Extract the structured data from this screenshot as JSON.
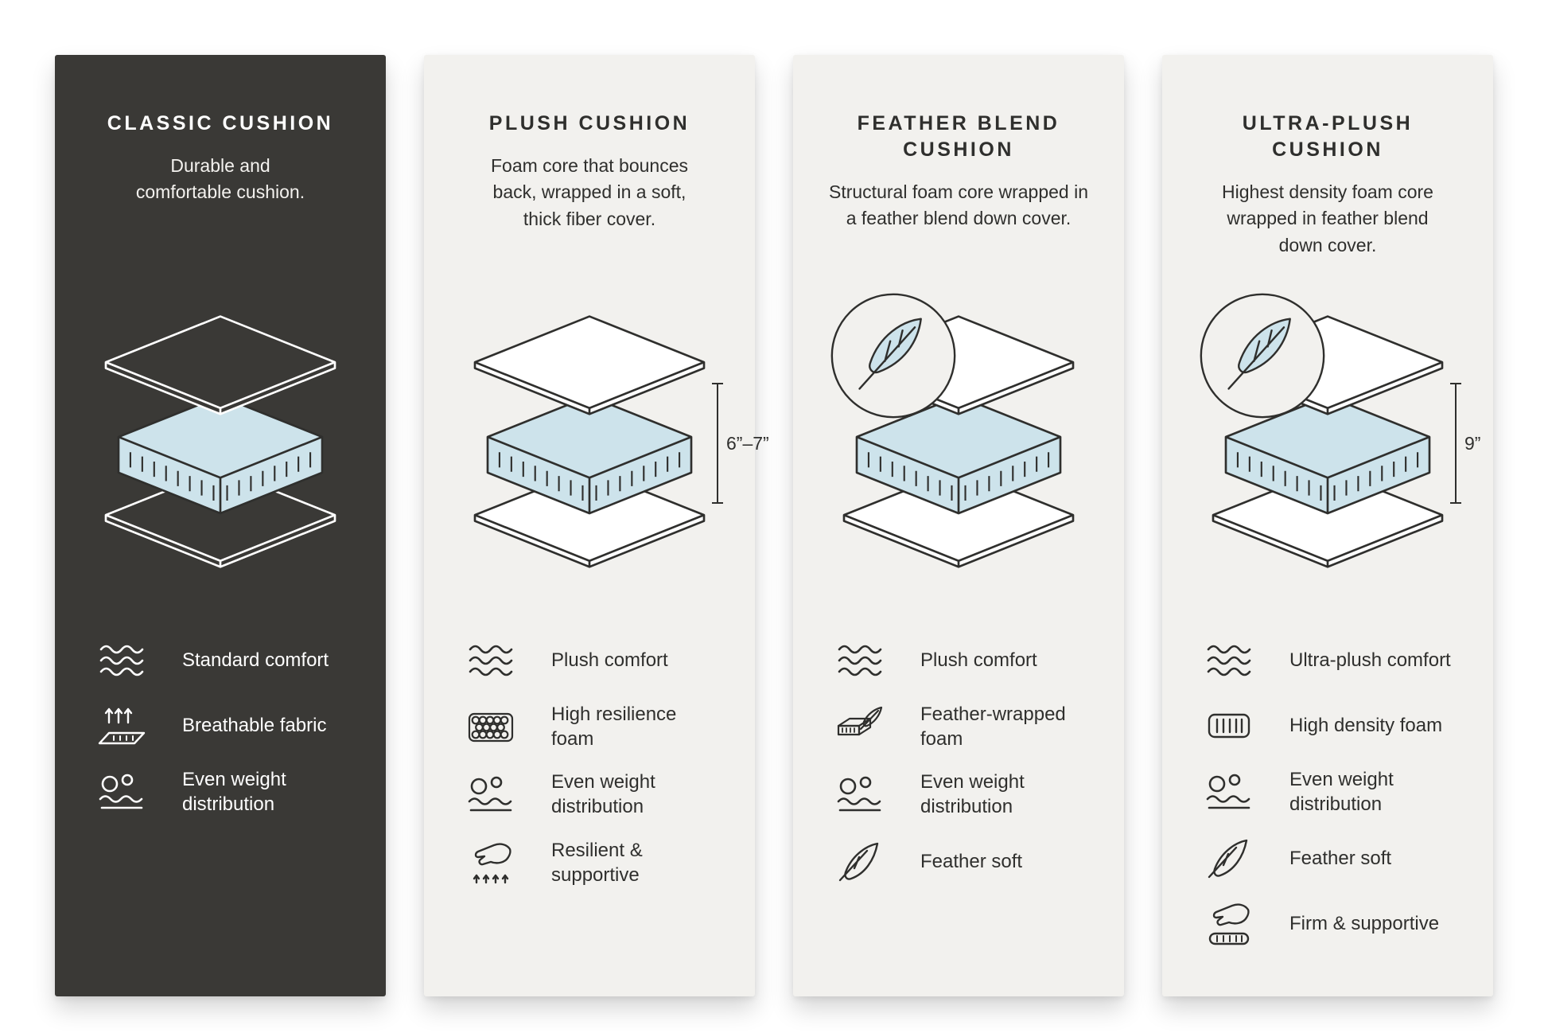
{
  "page": {
    "background": "#ffffff"
  },
  "colors": {
    "dark_panel": "#3a3936",
    "light_panel": "#f2f1ee",
    "foam_blue": "#cde3eb",
    "line_dark": "#2f2f2d",
    "line_light": "#ffffff"
  },
  "columns": [
    {
      "id": "classic-cushion",
      "theme": "dark",
      "title": "CLASSIC CUSHION",
      "description": "Durable and\ncomfortable cushion.",
      "diagram": {
        "illustration": "layered-cushion"
      },
      "features": [
        {
          "icon": "waves-icon",
          "label": "Standard comfort"
        },
        {
          "icon": "breathable-icon",
          "label": "Breathable fabric"
        },
        {
          "icon": "weight-distribution-icon",
          "label": "Even weight\ndistribution"
        }
      ]
    },
    {
      "id": "plush-cushion",
      "theme": "light",
      "title": "PLUSH CUSHION",
      "description": "Foam core that bounces\nback, wrapped in a soft,\nthick fiber cover.",
      "diagram": {
        "illustration": "layered-cushion",
        "dimension": "6”–7”"
      },
      "features": [
        {
          "icon": "waves-icon",
          "label": "Plush comfort"
        },
        {
          "icon": "foam-cells-icon",
          "label": "High resilience\nfoam"
        },
        {
          "icon": "weight-distribution-icon",
          "label": "Even weight\ndistribution"
        },
        {
          "icon": "hand-press-icon",
          "label": "Resilient &\nsupportive"
        }
      ]
    },
    {
      "id": "feather-blend-cushion",
      "theme": "light",
      "title": "FEATHER BLEND\nCUSHION",
      "description": "Structural foam core wrapped in\na feather blend down cover.",
      "diagram": {
        "illustration": "layered-cushion",
        "badge_icon": "feather-badge-icon"
      },
      "features": [
        {
          "icon": "waves-icon",
          "label": "Plush comfort"
        },
        {
          "icon": "feather-foam-icon",
          "label": "Feather-wrapped\nfoam"
        },
        {
          "icon": "weight-distribution-icon",
          "label": "Even weight\ndistribution"
        },
        {
          "icon": "feather-icon",
          "label": "Feather soft"
        }
      ]
    },
    {
      "id": "ultra-plush-cushion",
      "theme": "light",
      "title": "ULTRA-PLUSH\nCUSHION",
      "description": "Highest density foam core\nwrapped in feather blend\ndown cover.",
      "diagram": {
        "illustration": "layered-cushion",
        "badge_icon": "feather-badge-icon",
        "dimension": "9”"
      },
      "features": [
        {
          "icon": "waves-icon",
          "label": "Ultra-plush comfort"
        },
        {
          "icon": "dense-foam-icon",
          "label": "High density foam"
        },
        {
          "icon": "weight-distribution-icon",
          "label": "Even weight\ndistribution"
        },
        {
          "icon": "feather-icon",
          "label": "Feather soft"
        },
        {
          "icon": "firm-support-icon",
          "label": "Firm & supportive"
        }
      ]
    }
  ]
}
